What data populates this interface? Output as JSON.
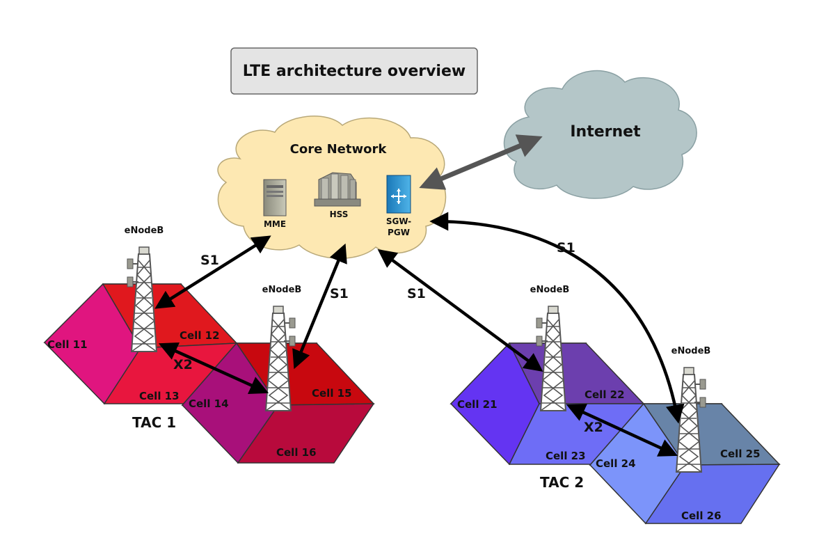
{
  "title": "LTE architecture overview",
  "core_network": {
    "label": "Core Network",
    "nodes": {
      "mme": "MME",
      "hss": "HSS",
      "sgw_pgw_line1": "SGW-",
      "sgw_pgw_line2": "PGW"
    }
  },
  "internet": {
    "label": "Internet"
  },
  "enodeb_label": "eNodeB",
  "links": {
    "s1": "S1",
    "x2": "X2"
  },
  "tac1": {
    "label": "TAC 1",
    "cells": [
      "Cell 11",
      "Cell 12",
      "Cell 13",
      "Cell 14",
      "Cell 15",
      "Cell 16"
    ]
  },
  "tac2": {
    "label": "TAC 2",
    "cells": [
      "Cell 21",
      "Cell 22",
      "Cell 23",
      "Cell 24",
      "Cell 25",
      "Cell 26"
    ]
  },
  "colors": {
    "core_cloud": "#fde8b2",
    "internet_cloud": "#b4c6c8",
    "tac1_cells": [
      "#e0157f",
      "#e0181e",
      "#e8163e",
      "#a8107a",
      "#c8080f",
      "#b80a3c"
    ],
    "tac2_cells": [
      "#6434f2",
      "#6c3fae",
      "#6e6df6",
      "#7c94fa",
      "#6884a8",
      "#6670f0"
    ]
  }
}
